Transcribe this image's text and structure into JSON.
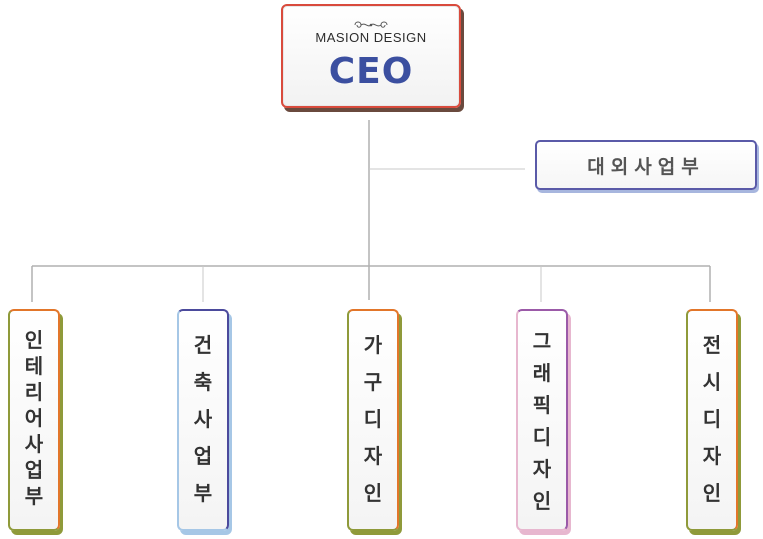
{
  "ceo": {
    "company": "MASION DESIGN",
    "title": "CEO"
  },
  "external": {
    "label": "대외사업부"
  },
  "departments": [
    {
      "label": "인테리어사업부"
    },
    {
      "label": "건축사업부"
    },
    {
      "label": "가구디자인"
    },
    {
      "label": "그래픽디자인"
    },
    {
      "label": "전시디자인"
    }
  ],
  "colors": {
    "ceo_border": "#d94b3d",
    "ceo_text": "#3b4fa0",
    "external_border": "#5a5aa8",
    "connector": "#b0b0b0"
  }
}
